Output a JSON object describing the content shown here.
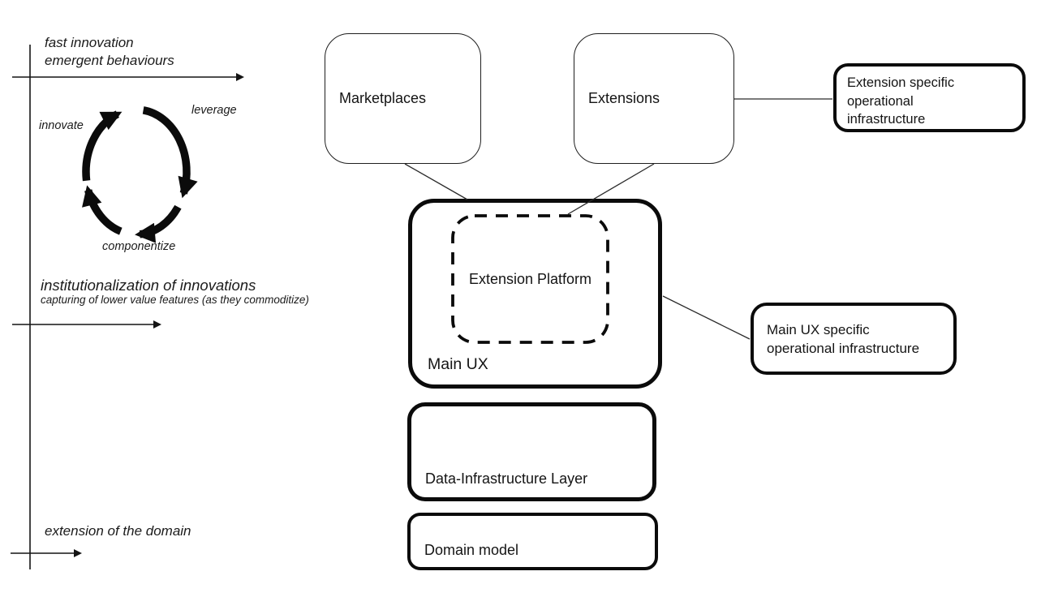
{
  "colors": {
    "ink": "#141414",
    "stroke_thin": "#1f1f1f",
    "stroke_thick": "#0b0b0b",
    "background": "#ffffff"
  },
  "axes": {
    "fast_innovation": "fast innovation\nemergent behaviours",
    "institutionalization_title": "institutionalization of innovations",
    "institutionalization_subtitle": "capturing of lower value features (as they commoditize)",
    "extension_of_domain": "extension of the domain"
  },
  "cycle": {
    "innovate": "innovate",
    "leverage": "leverage",
    "componentize": "componentize"
  },
  "boxes": {
    "marketplaces": "Marketplaces",
    "extensions": "Extensions",
    "extension_ops": "Extension specific\noperational\ninfrastructure",
    "main_ux": "Main UX",
    "extension_platform": "Extension Platform",
    "main_ux_ops": "Main UX specific\noperational infrastructure",
    "data_infrastructure": "Data-Infrastructure Layer",
    "domain_model": "Domain model"
  }
}
